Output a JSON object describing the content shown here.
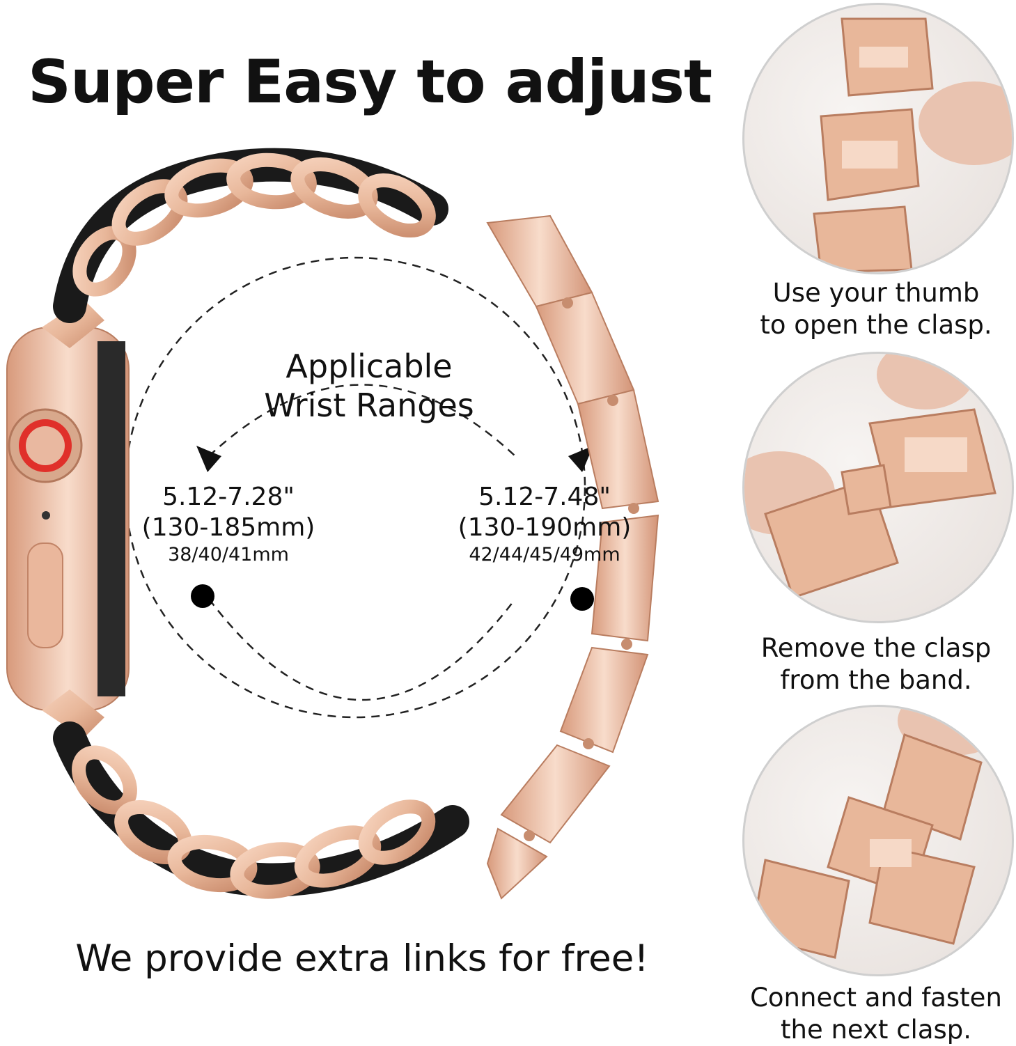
{
  "title": "Super Easy to adjust",
  "ranges": {
    "heading_line1": "Applicable",
    "heading_line2": "Wrist Ranges",
    "left": {
      "inches": "5.12-7.28\"",
      "mm": "(130-185mm)",
      "sizes": "38/40/41mm"
    },
    "right": {
      "inches": "5.12-7.48\"",
      "mm": "(130-190mm)",
      "sizes": "42/44/45/49mm"
    }
  },
  "footer": "We provide extra links for free!",
  "steps": [
    {
      "line1": "Use your thumb",
      "line2": "to open the clasp."
    },
    {
      "line1": "Remove the clasp",
      "line2": "from the band."
    },
    {
      "line1": "Connect and fasten",
      "line2": "the next clasp."
    }
  ],
  "colors": {
    "rose_gold": "#e8b79a",
    "rose_gold_dark": "#c98a6b",
    "leather": "#1a1a1a",
    "crown_red": "#e0302a"
  }
}
